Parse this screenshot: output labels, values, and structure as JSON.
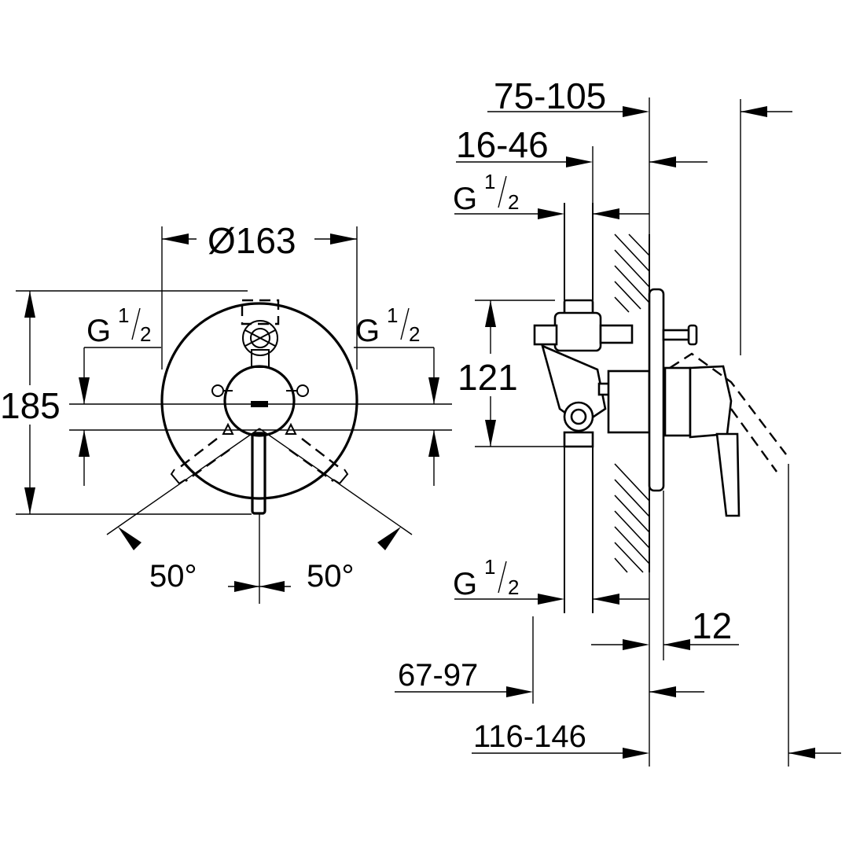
{
  "front_view": {
    "diameter_label": "Ø163",
    "height_label": "185",
    "inlet_left_label": {
      "base": "G",
      "num": "1",
      "den": "2"
    },
    "inlet_right_label": {
      "base": "G",
      "num": "1",
      "den": "2"
    },
    "angle_left_label": "50°",
    "angle_right_label": "50°"
  },
  "side_view": {
    "dim_75_105": "75-105",
    "dim_16_46": "16-46",
    "dim_121": "121",
    "dim_12": "12",
    "dim_67_97": "67-97",
    "dim_116_146": "116-146",
    "inlet_top_label": {
      "base": "G",
      "num": "1",
      "den": "2"
    },
    "inlet_bottom_label": {
      "base": "G",
      "num": "1",
      "den": "2"
    }
  }
}
